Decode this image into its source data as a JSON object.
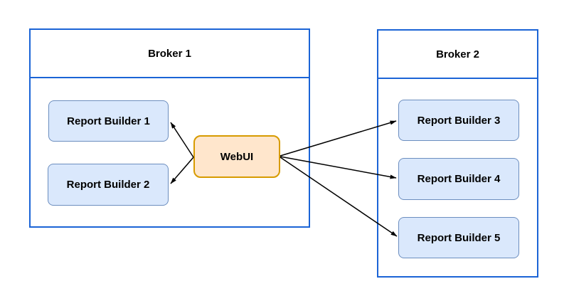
{
  "diagram": {
    "broker1": {
      "title": "Broker 1",
      "nodes": [
        {
          "label": "Report Builder 1"
        },
        {
          "label": "Report Builder 2"
        }
      ]
    },
    "broker2": {
      "title": "Broker 2",
      "nodes": [
        {
          "label": "Report Builder 3"
        },
        {
          "label": "Report Builder 4"
        },
        {
          "label": "Report Builder 5"
        }
      ]
    },
    "webui": {
      "label": "WebUI"
    },
    "edges": [
      {
        "from": "WebUI",
        "to": "Report Builder 1"
      },
      {
        "from": "WebUI",
        "to": "Report Builder 2"
      },
      {
        "from": "WebUI",
        "to": "Report Builder 3"
      },
      {
        "from": "WebUI",
        "to": "Report Builder 4"
      },
      {
        "from": "WebUI",
        "to": "Report Builder 5"
      }
    ],
    "colors": {
      "container_border": "#1b64d6",
      "node_fill": "#dae8fc",
      "node_border": "#6c8ebf",
      "webui_fill": "#ffe6cc",
      "webui_border": "#d79b00",
      "arrow": "#000000",
      "background": "#ffffff"
    }
  }
}
